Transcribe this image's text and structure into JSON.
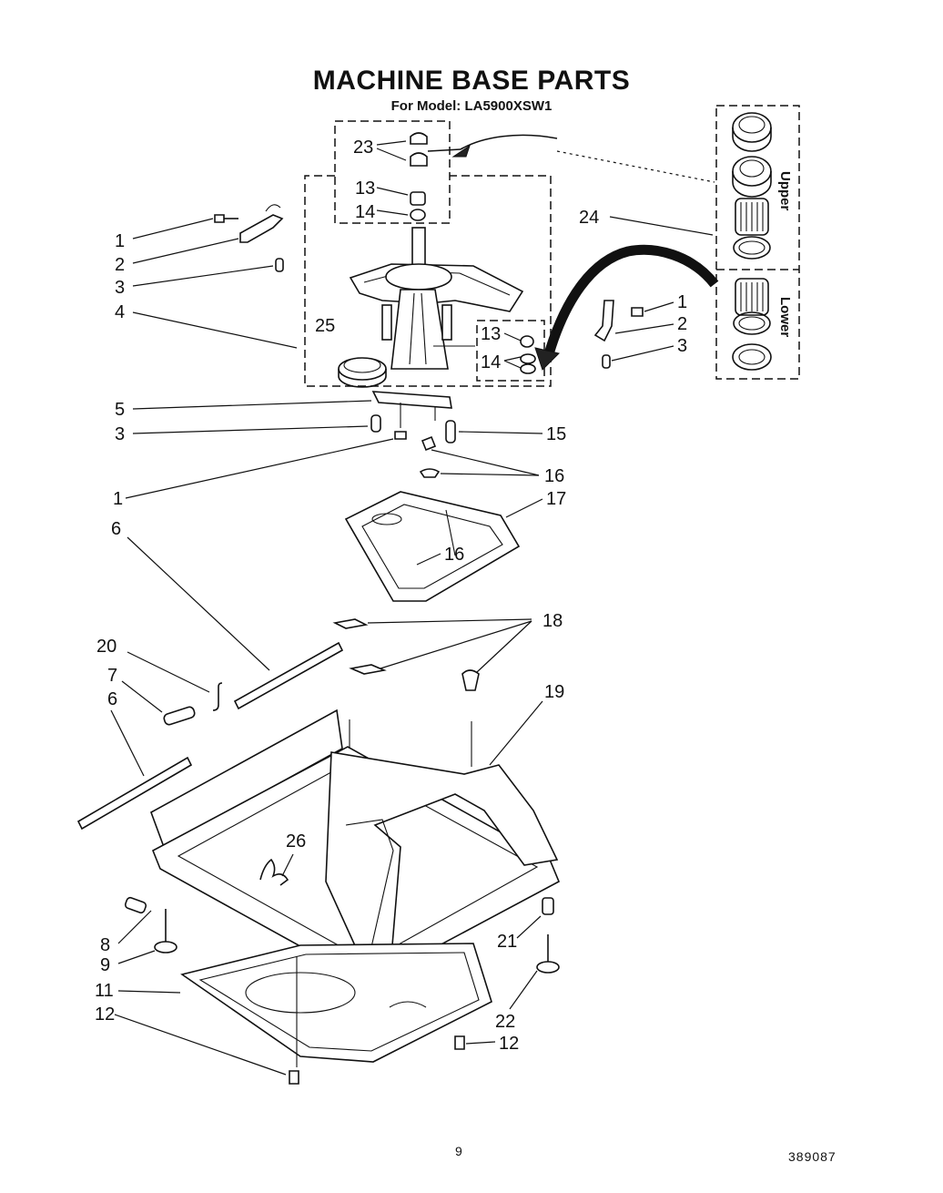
{
  "title": "MACHINE BASE PARTS",
  "subtitle": "For Model: LA5900XSW1",
  "page_number": "9",
  "doc_code": "389087",
  "bearing_panel": {
    "upper_label": "Upper",
    "lower_label": "Lower"
  },
  "callouts": {
    "c23": "23",
    "c13a": "13",
    "c14a": "14",
    "c1a": "1",
    "c2a": "2",
    "c3a": "3",
    "c4": "4",
    "c25": "25",
    "c24": "24",
    "c1b": "1",
    "c2b": "2",
    "c3b": "3",
    "c13b": "13",
    "c14b": "14",
    "c5": "5",
    "c3c": "3",
    "c15": "15",
    "c16a": "16",
    "c1c": "1",
    "c17": "17",
    "c6a": "6",
    "c16b": "16",
    "c18": "18",
    "c20": "20",
    "c7": "7",
    "c6b": "6",
    "c19": "19",
    "c26": "26",
    "c8": "8",
    "c9": "9",
    "c21": "21",
    "c11": "11",
    "c12a": "12",
    "c22": "22",
    "c12b": "12"
  }
}
